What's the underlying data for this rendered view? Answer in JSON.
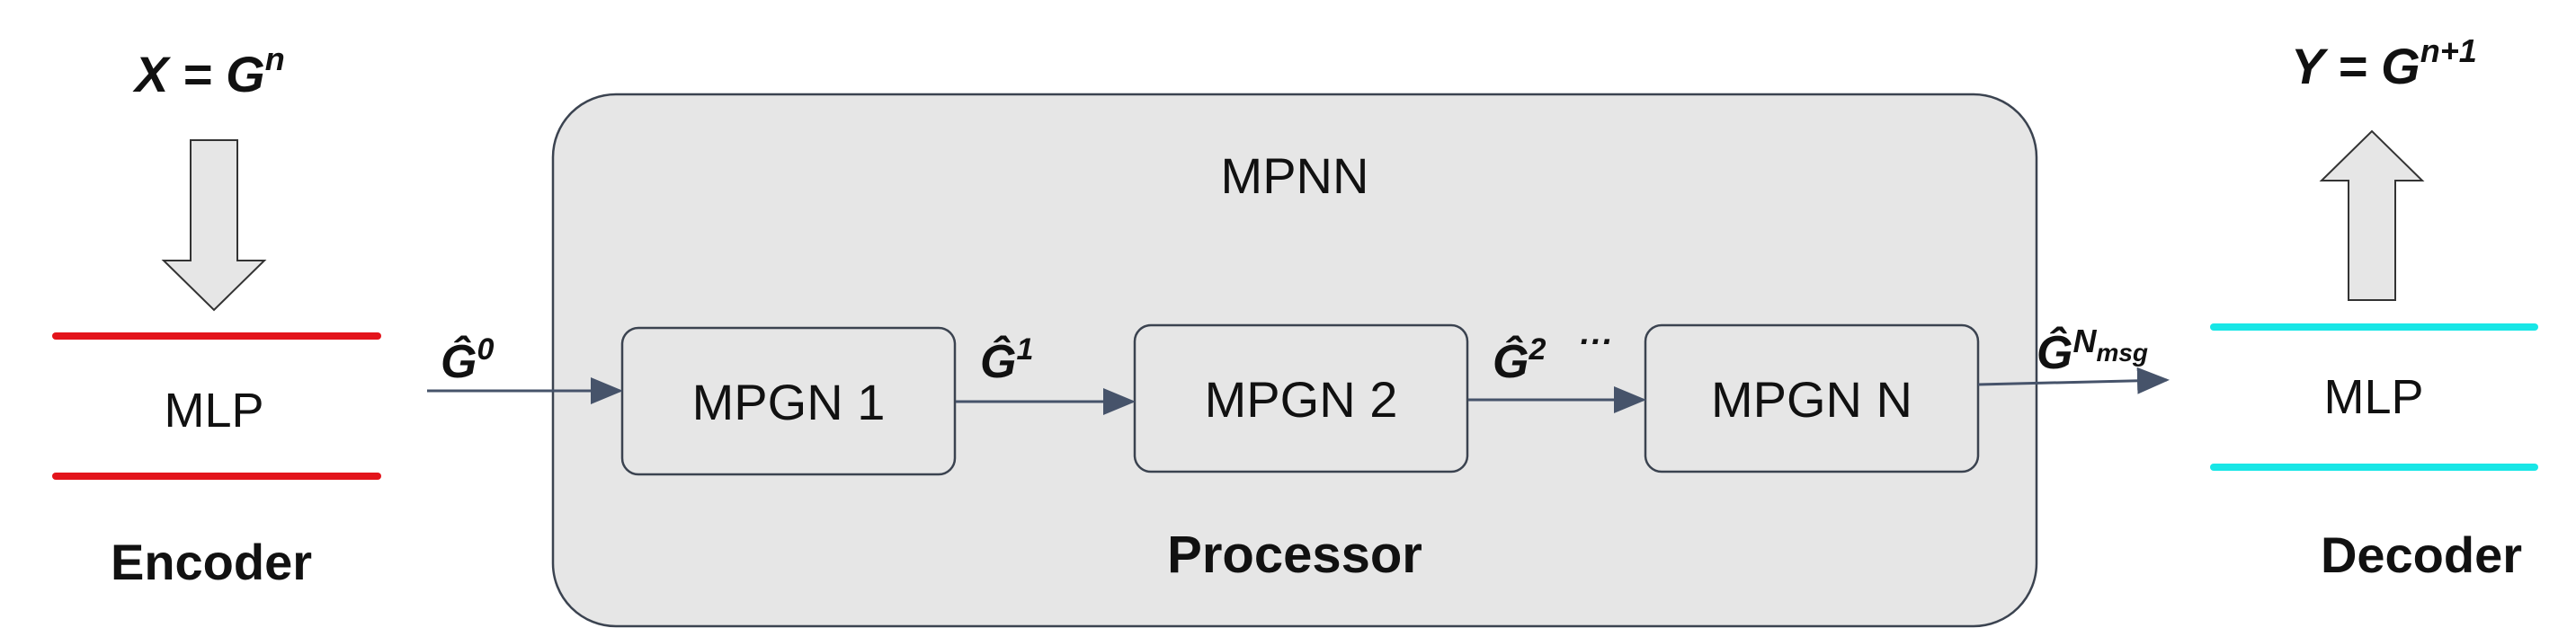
{
  "input": {
    "var": "X = G",
    "exp": "n"
  },
  "output": {
    "var": "Y = G",
    "exp": "n+1"
  },
  "encoder": {
    "box_label": "MLP",
    "caption": "Encoder"
  },
  "decoder": {
    "box_label": "MLP",
    "caption": "Decoder"
  },
  "processor": {
    "title": "MPNN",
    "caption": "Processor",
    "blocks": [
      {
        "label": "MPGN 1"
      },
      {
        "label": "MPGN 2"
      },
      {
        "label": "MPGN N"
      }
    ],
    "edges": [
      {
        "base": "Ĝ",
        "exp": "0"
      },
      {
        "base": "Ĝ",
        "exp": "1"
      },
      {
        "base": "Ĝ",
        "exp": "2"
      },
      {
        "base": "Ĝ",
        "exp": "N",
        "sub": "msg"
      }
    ],
    "ellipsis": "···"
  },
  "colors": {
    "container_fill": "#e6e6e6",
    "container_stroke": "#3b4350",
    "block_fill": "#e6e6e6",
    "block_stroke": "#3b4350",
    "arrow": "#46536a",
    "hollow_arrow_fill": "#e6e6e6",
    "hollow_arrow_stroke": "#333333",
    "encoder_accent": "#e3141b",
    "decoder_accent": "#18e6e6"
  }
}
